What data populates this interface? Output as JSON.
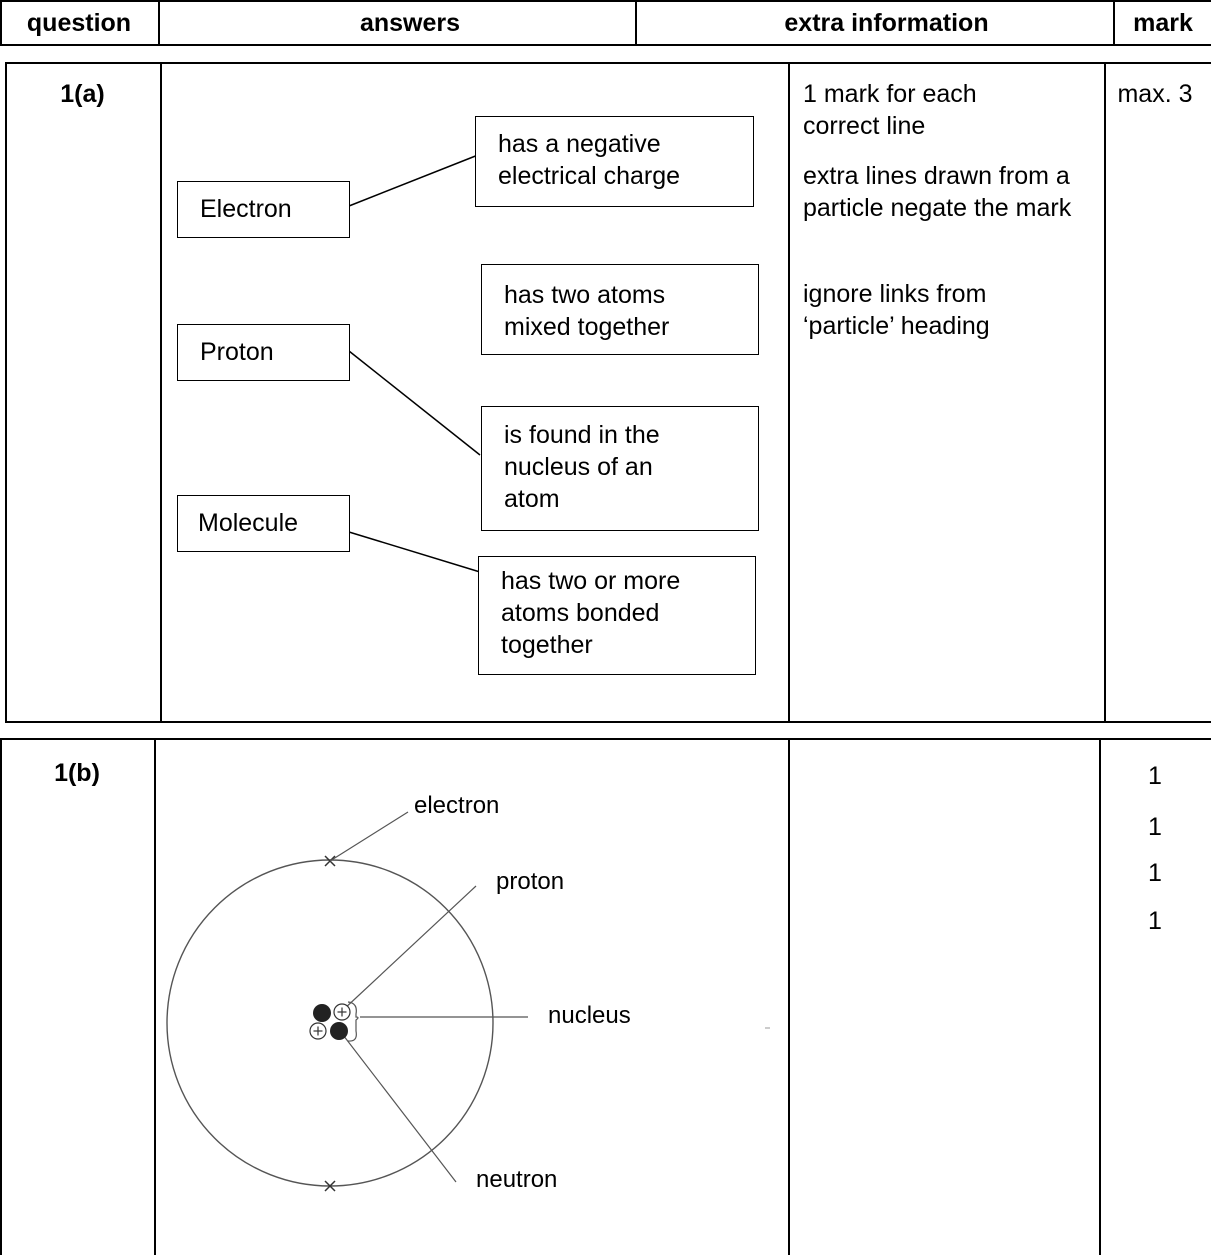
{
  "header": {
    "question": "question",
    "answers": "answers",
    "extra_information": "extra information",
    "mark": "mark"
  },
  "row_a": {
    "question": "1(a)",
    "particles": [
      "Electron",
      "Proton",
      "Molecule"
    ],
    "descriptions": [
      "has a negative electrical charge",
      "has two atoms mixed together",
      "is found in the nucleus of an atom",
      "has two or more atoms bonded together"
    ],
    "extra": [
      "1 mark for each correct line",
      "extra lines drawn from a particle negate the mark",
      "ignore links from ‘particle’ heading"
    ],
    "mark": "max. 3"
  },
  "row_b": {
    "question": "1(b)",
    "labels": {
      "electron": "electron",
      "proton": "proton",
      "nucleus": "nucleus",
      "neutron": "neutron"
    },
    "marks": [
      "1",
      "1",
      "1",
      "1"
    ]
  }
}
